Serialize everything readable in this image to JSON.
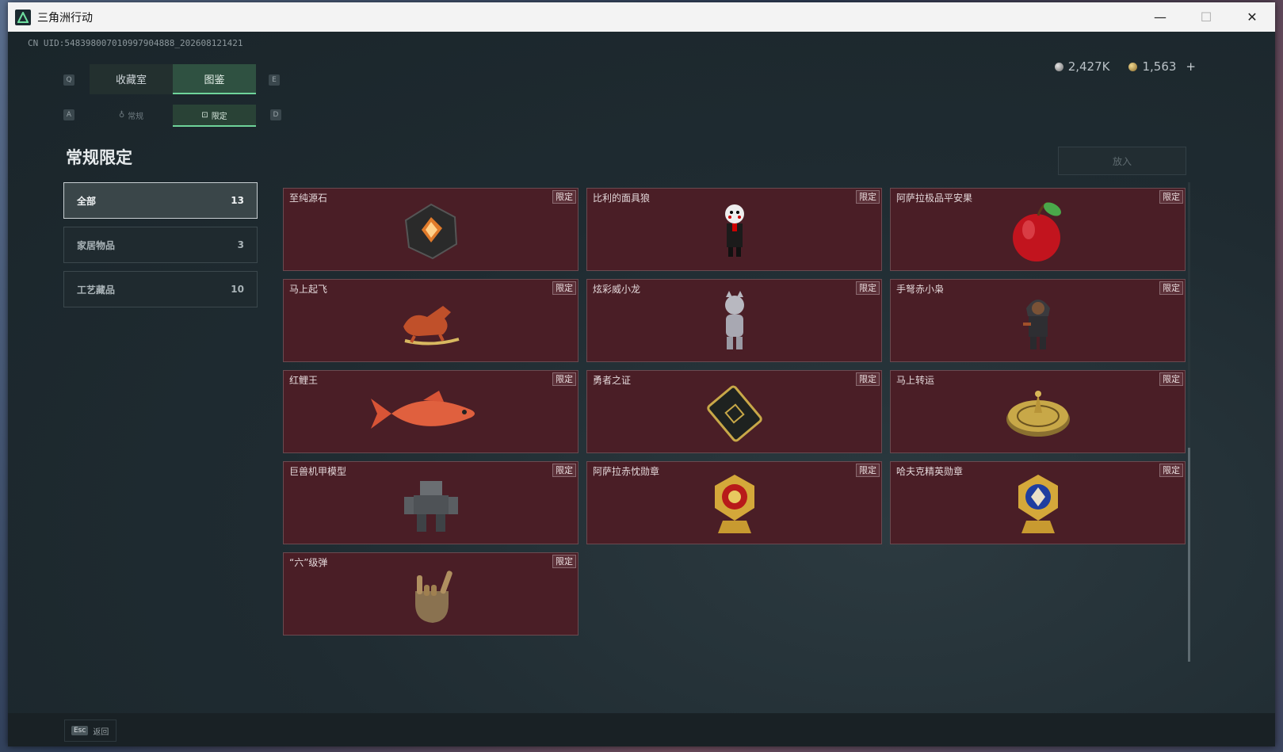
{
  "window": {
    "title": "三角洲行动"
  },
  "uid": "CN UID:548398007010997904888_202608121421",
  "currency": [
    {
      "value": "2,427K",
      "type": "silver"
    },
    {
      "value": "1,563",
      "type": "gold"
    }
  ],
  "currency_add": "+",
  "key_hints": {
    "q": "Q",
    "e": "E",
    "a": "A",
    "d": "D"
  },
  "tabs": [
    {
      "label": "收藏室"
    },
    {
      "label": "图鉴"
    }
  ],
  "subtabs": [
    {
      "label": "常规"
    },
    {
      "label": "限定"
    }
  ],
  "section_title": "常规限定",
  "categories": [
    {
      "label": "全部",
      "count": "13"
    },
    {
      "label": "家居物品",
      "count": "3"
    },
    {
      "label": "工艺藏品",
      "count": "10"
    }
  ],
  "put_button": "放入",
  "badge_label": "限定",
  "items": [
    {
      "name": "至纯源石",
      "icon": "gem-icon"
    },
    {
      "name": "比利的面具狼",
      "icon": "puppet-icon"
    },
    {
      "name": "阿萨拉极品平安果",
      "icon": "apple-icon"
    },
    {
      "name": "马上起飞",
      "icon": "horse-icon"
    },
    {
      "name": "炫彩威小龙",
      "icon": "figurine-icon"
    },
    {
      "name": "手弩赤小枭",
      "icon": "hooded-figure-icon"
    },
    {
      "name": "红鲤王",
      "icon": "fish-icon"
    },
    {
      "name": "勇者之证",
      "icon": "card-icon"
    },
    {
      "name": "马上转运",
      "icon": "compass-icon"
    },
    {
      "name": "巨兽机甲模型",
      "icon": "mech-icon"
    },
    {
      "name": "阿萨拉赤忱勋章",
      "icon": "medal-red-icon"
    },
    {
      "name": "哈夫克精英勋章",
      "icon": "medal-blue-icon"
    },
    {
      "name": "“六”级弹",
      "icon": "bullet-hand-icon"
    }
  ],
  "footer": {
    "esc": "Esc",
    "back": "返回"
  }
}
